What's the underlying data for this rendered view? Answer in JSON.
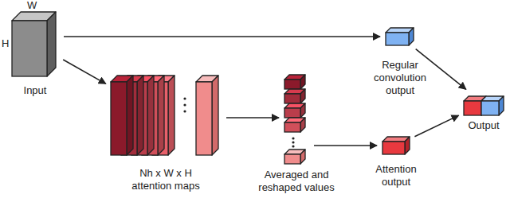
{
  "diagram": {
    "nodes": [
      {
        "text": [
          "Input"
        ]
      },
      {
        "text": [
          "Regular convolution output"
        ]
      },
      {
        "text": [
          "Nh x W x H attention maps"
        ]
      },
      {
        "text": [
          "Averaged and reshaped values"
        ]
      },
      {
        "text": [
          "Attention output"
        ]
      },
      {
        "text": [
          "Output"
        ]
      }
    ],
    "edges": [
      {
        "from": 0,
        "to": 1,
        "arrow": "to"
      },
      {
        "from": 0,
        "to": 2,
        "arrow": "to"
      },
      {
        "from": 2,
        "to": 3,
        "arrow": "to"
      },
      {
        "from": 3,
        "to": 4,
        "arrow": "to"
      },
      {
        "from": 1,
        "to": 5,
        "arrow": "to"
      },
      {
        "from": 4,
        "to": 5,
        "arrow": "to"
      }
    ],
    "labels": [
      "W",
      "H"
    ]
  }
}
